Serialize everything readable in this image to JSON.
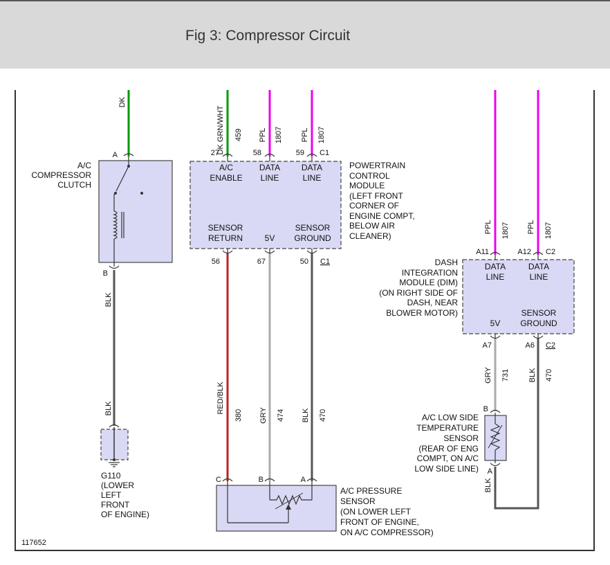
{
  "header": {
    "title": "Fig 3: Compressor Circuit"
  },
  "figure_id": "117652",
  "colors": {
    "header_bg": "#d9d9d9",
    "component_fill": "#d9d9f5",
    "wire_green": "#009900",
    "wire_pink": "#ee00ee",
    "wire_red": "#bb2222",
    "wire_gray": "#aaaaaa",
    "wire_black": "#555555"
  },
  "clutch": {
    "label": [
      "A/C",
      "COMPRESSOR",
      "CLUTCH"
    ],
    "pin_top": "A",
    "pin_bottom": "B",
    "wire_top_color": "DK",
    "wire_bottom_color": "BLK",
    "wire_ground_color": "BLK"
  },
  "ground": {
    "label": [
      "G110",
      "(LOWER",
      "LEFT",
      "FRONT",
      "OF ENGINE)"
    ]
  },
  "pcm": {
    "label": [
      "POWERTRAIN",
      "CONTROL",
      "MODULE",
      "(LEFT FRONT",
      "CORNER OF",
      "ENGINE COMPT,",
      "BELOW AIR",
      "CLEANER)"
    ],
    "inputs": [
      {
        "pin": "27",
        "circuit": "459",
        "color": "DK GRN/WHT",
        "name": [
          "A/C",
          "ENABLE"
        ]
      },
      {
        "pin": "58",
        "circuit": "1807",
        "color": "PPL",
        "name": [
          "DATA",
          "LINE"
        ]
      },
      {
        "pin": "59",
        "circuit": "1807",
        "color": "PPL",
        "name": [
          "DATA",
          "LINE"
        ]
      }
    ],
    "connector_top": "C1",
    "outputs": [
      {
        "pin": "56",
        "name": [
          "SENSOR",
          "RETURN"
        ]
      },
      {
        "pin": "67",
        "name": [
          "5V"
        ]
      },
      {
        "pin": "50",
        "name": [
          "SENSOR",
          "GROUND"
        ]
      }
    ],
    "connector_bottom": "C1"
  },
  "pcm_wires": [
    {
      "color": "RED/BLK",
      "circuit": "380"
    },
    {
      "color": "GRY",
      "circuit": "474"
    },
    {
      "color": "BLK",
      "circuit": "470"
    }
  ],
  "pressure_sensor": {
    "label": [
      "A/C PRESSURE",
      "SENSOR",
      "(ON LOWER LEFT",
      "FRONT OF ENGINE,",
      "ON A/C COMPRESSOR)"
    ],
    "pins": [
      "C",
      "B",
      "A"
    ]
  },
  "dim": {
    "label": [
      "DASH",
      "INTEGRATION",
      "MODULE (DIM)",
      "(ON RIGHT SIDE OF",
      "DASH, NEAR",
      "BLOWER MOTOR)"
    ],
    "inputs": [
      {
        "pin": "A11",
        "circuit": "1807",
        "color": "PPL",
        "name": [
          "DATA",
          "LINE"
        ]
      },
      {
        "pin": "A12",
        "circuit": "1807",
        "color": "PPL",
        "name": [
          "DATA",
          "LINE"
        ]
      }
    ],
    "connector_top": "C2",
    "outputs": [
      {
        "pin": "A7",
        "name": [
          "5V"
        ]
      },
      {
        "pin": "A6",
        "name": [
          "SENSOR",
          "GROUND"
        ]
      }
    ],
    "connector_bottom": "C2"
  },
  "dim_wires": [
    {
      "color": "GRY",
      "circuit": "731"
    },
    {
      "color": "BLK",
      "circuit": "470"
    }
  ],
  "temp_sensor": {
    "label": [
      "A/C LOW SIDE",
      "TEMPERATURE",
      "SENSOR",
      "(REAR OF ENG",
      "COMPT, ON A/C",
      "LOW SIDE LINE)"
    ],
    "pin_top": "B",
    "pin_bottom": "A",
    "wire_bottom_color": "BLK"
  }
}
